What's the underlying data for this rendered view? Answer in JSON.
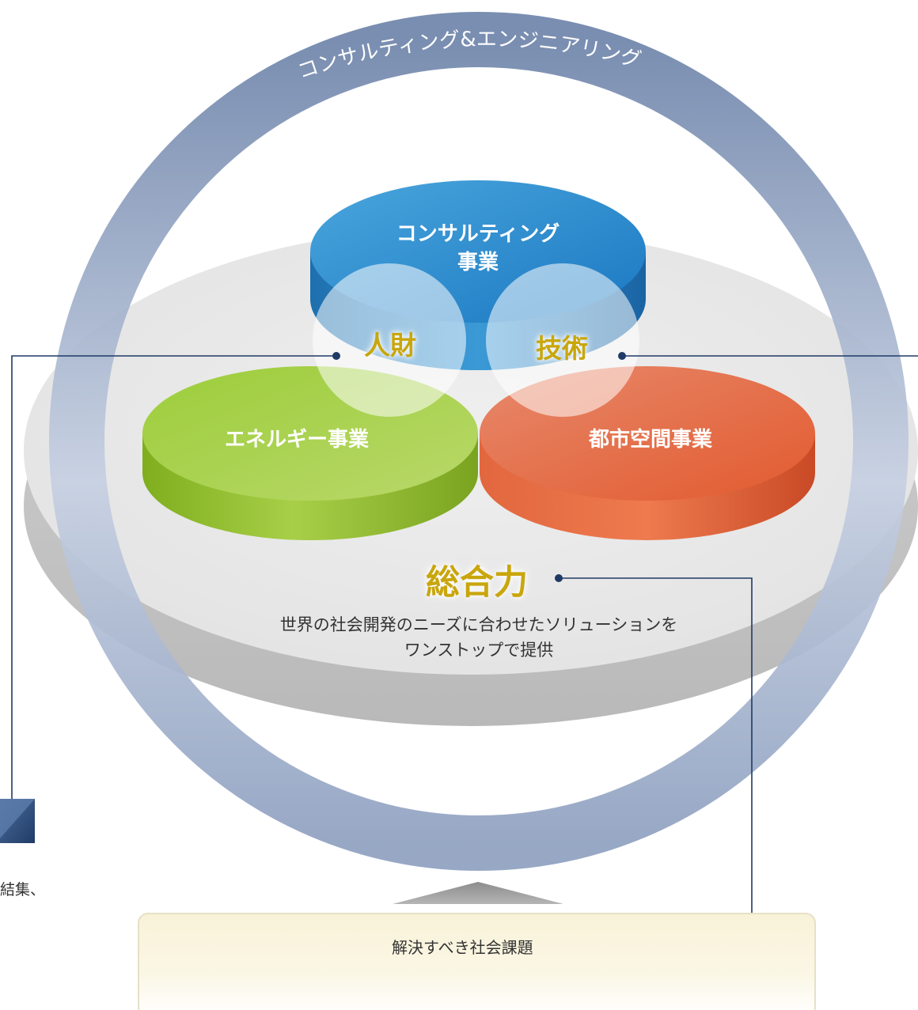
{
  "ring_title": "コンサルティング&エンジニアリング",
  "businesses": {
    "consulting": {
      "line1": "コンサルティング",
      "line2": "事業",
      "color": "#2a8fd0"
    },
    "energy": {
      "label": "エネルギー事業",
      "color": "#8cc02a"
    },
    "urban": {
      "label": "都市空間事業",
      "color": "#e8603a"
    }
  },
  "overlaps": {
    "human": "人財",
    "tech": "技術"
  },
  "synergy": {
    "title": "総合力",
    "line1": "世界の社会開発のニーズに合わせたソリューションを",
    "line2": "ワンストップで提供"
  },
  "issues": {
    "label": "解決すべき社会課題"
  },
  "left_fragment": "結集、",
  "colors": {
    "ring": "#7f93b5",
    "accent_text": "#c9a60c",
    "connector": "#1f3a66"
  }
}
